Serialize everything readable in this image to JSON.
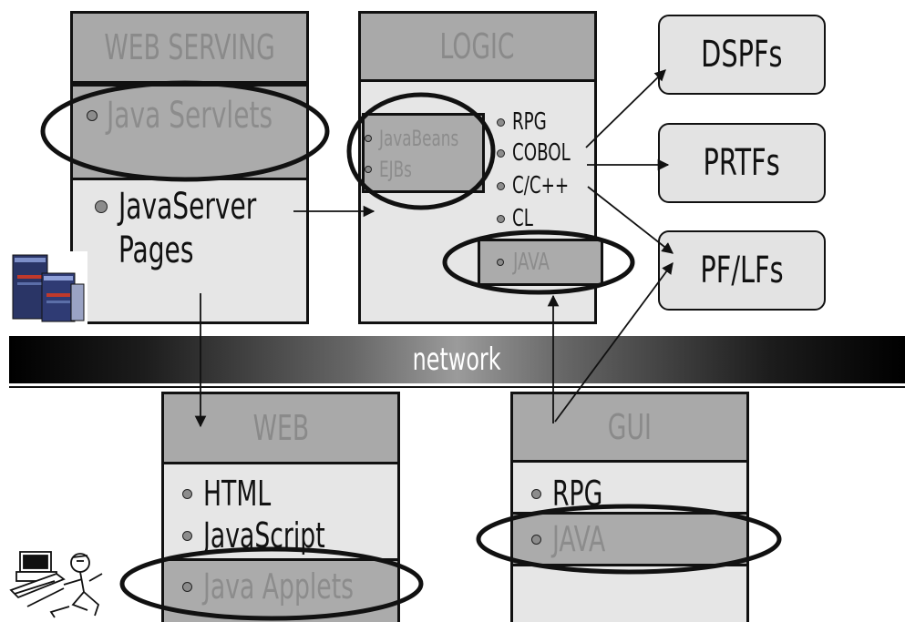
{
  "web_serving": {
    "title": "WEB SERVING",
    "servlets": "Java Servlets",
    "jsp_line1": "JavaServer",
    "jsp_line2": "Pages"
  },
  "logic": {
    "title": "LOGIC",
    "beans": "JavaBeans",
    "ejbs": "EJBs",
    "rpg": "RPG",
    "cobol": "COBOL",
    "cpp": "C/C++",
    "cl": "CL",
    "java": "JAVA"
  },
  "outputs": {
    "dspf": "DSPFs",
    "prtf": "PRTFs",
    "pflf": "PF/LFs"
  },
  "network": "network",
  "web": {
    "title": "WEB",
    "html": "HTML",
    "javascript": "JavaScript",
    "applets": "Java Applets"
  },
  "gui": {
    "title": "GUI",
    "rpg": "RPG",
    "java": "JAVA"
  },
  "colors": {
    "panel": "#e6e6e6",
    "header": "#a9a9a9",
    "dim_text": "#8c8c8c",
    "line": "#111111"
  }
}
